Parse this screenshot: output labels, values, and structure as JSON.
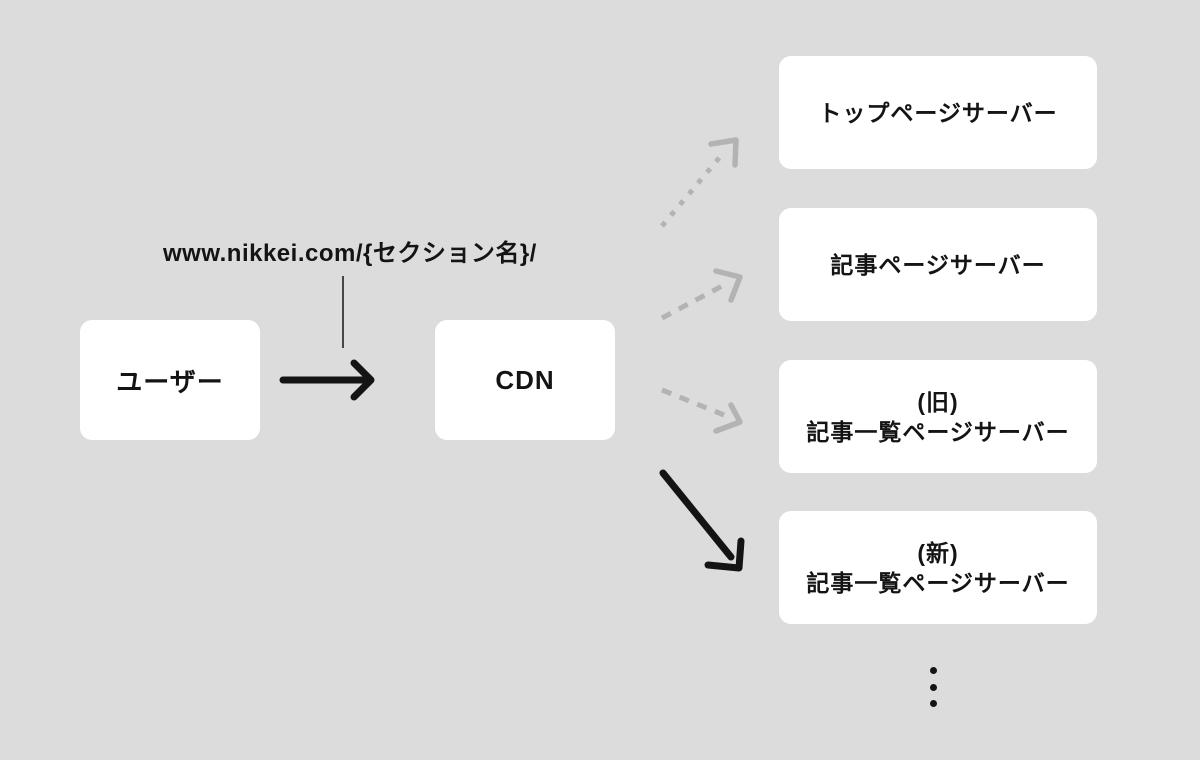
{
  "colors": {
    "background": "#dcdcdc",
    "box": "#ffffff",
    "text": "#141414",
    "arrow_black": "#141414",
    "arrow_gray": "#b3b3b3"
  },
  "diagram": {
    "url_label": "www.nikkei.com/{セクション名}/",
    "nodes": {
      "user": {
        "label": "ユーザー"
      },
      "cdn": {
        "label": "CDN"
      }
    },
    "servers": [
      {
        "line1": "トップページサーバー"
      },
      {
        "line1": "記事ページサーバー"
      },
      {
        "line1": "(旧)",
        "line2": "記事一覧ページサーバー"
      },
      {
        "line1": "(新)",
        "line2": "記事一覧ページサーバー"
      }
    ],
    "arrows": {
      "user_to_cdn": {
        "style": "solid",
        "color": "#141414"
      },
      "cdn_to_top_page": {
        "style": "dashed",
        "color": "#b3b3b3"
      },
      "cdn_to_article_page": {
        "style": "dashed",
        "color": "#b3b3b3"
      },
      "cdn_to_old_list_page": {
        "style": "dashed",
        "color": "#b3b3b3"
      },
      "cdn_to_new_list_page": {
        "style": "solid-bold",
        "color": "#141414"
      }
    },
    "ellipsis_dot_count": 3
  }
}
